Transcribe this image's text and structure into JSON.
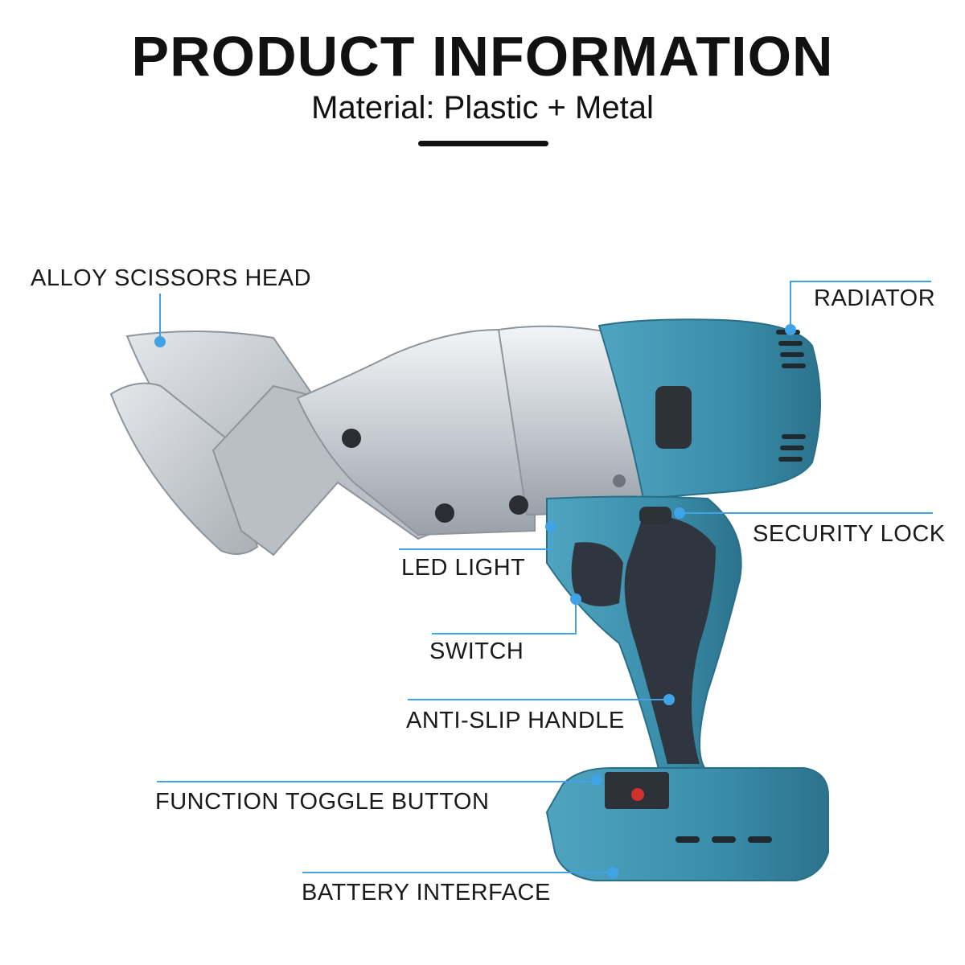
{
  "header": {
    "title": "PRODUCT INFORMATION",
    "subtitle": "Material: Plastic + Metal"
  },
  "callouts": {
    "alloy_scissors_head": "ALLOY SCISSORS HEAD",
    "radiator": "RADIATOR",
    "security_lock": "SECURITY LOCK",
    "led_light": "LED LIGHT",
    "switch": "SWITCH",
    "anti_slip_handle": "ANTI-SLIP HANDLE",
    "function_toggle_button": "FUNCTION TOGGLE BUTTON",
    "battery_interface": "BATTERY INTERFACE"
  },
  "colors": {
    "accent": "#3fa3e6",
    "tool_body": "#3f93b0",
    "grip": "#2f3640",
    "metal": "#c9ced4"
  }
}
